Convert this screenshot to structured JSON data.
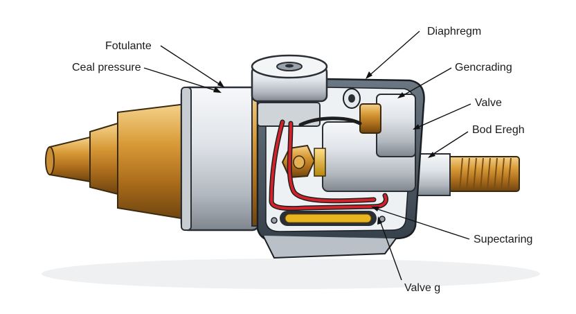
{
  "labels": {
    "fotulante": "Fotulante",
    "ceal_pressure": "Ceal pressure",
    "diaphregm": "Diaphregm",
    "gencrading": "Gencrading",
    "valve": "Valve",
    "bod_eregh": "Bod Eregh",
    "supectaring": "Supectaring",
    "valve_g": "Valve g"
  },
  "colors": {
    "brass": "#c88a2a",
    "brass_dark": "#8a5a14",
    "steel": "#d9dde2",
    "steel_dark": "#7d858e",
    "housing": "#4a5560",
    "wire_red": "#d2232a",
    "wire_black": "#1e1e1e",
    "slot_yellow": "#e8b520"
  }
}
